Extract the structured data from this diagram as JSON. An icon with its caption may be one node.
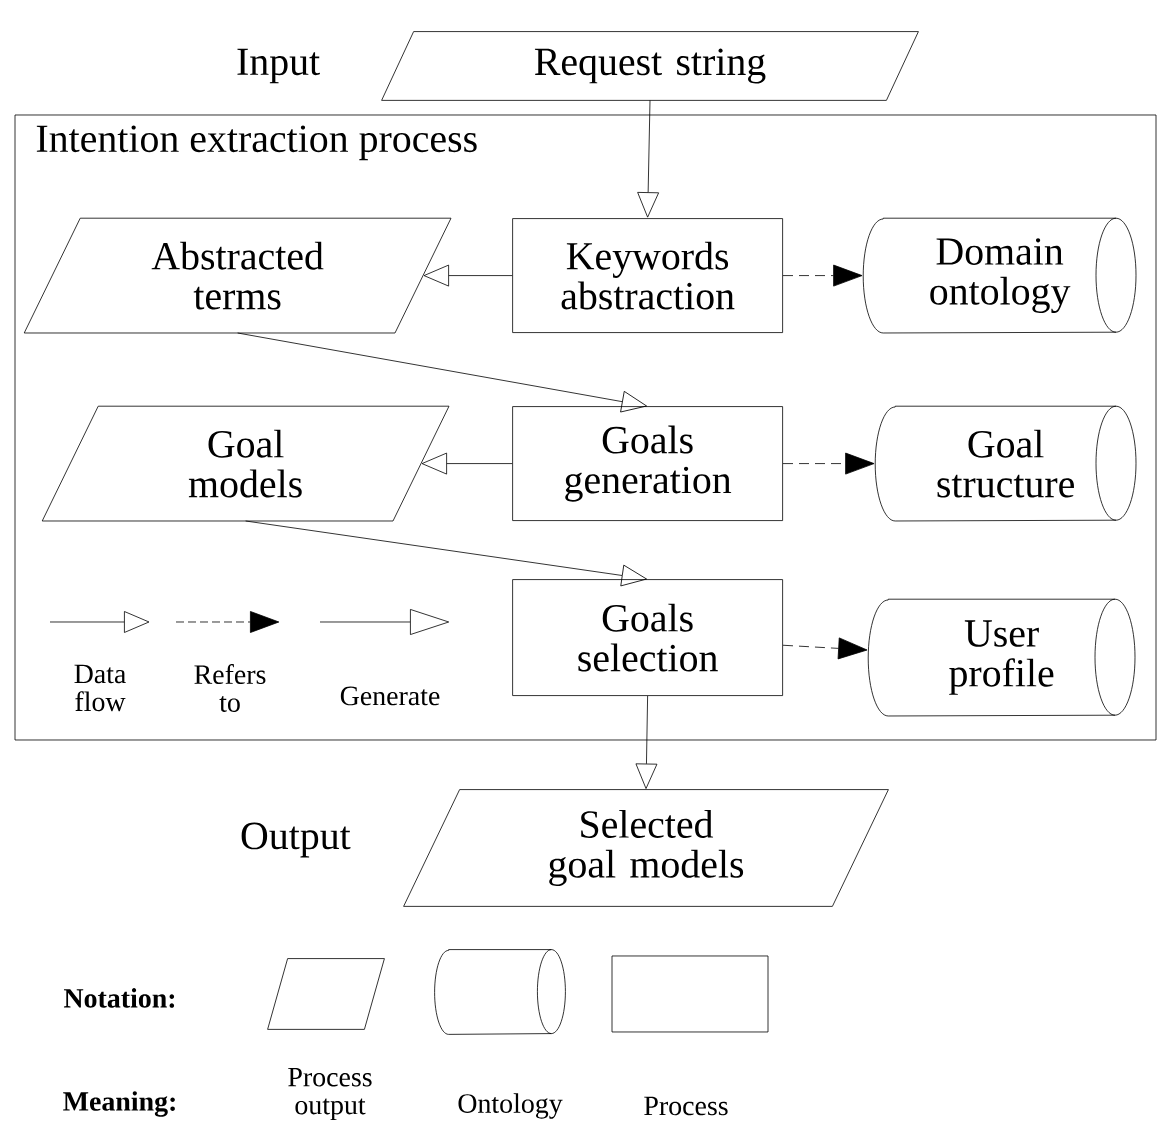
{
  "diagram": {
    "nodes": [
      {
        "text": [
          "Request string"
        ],
        "beside": [
          "Input"
        ]
      },
      {
        "text": [
          "Intention extraction process"
        ]
      },
      {
        "text": [
          "Abstracted terms"
        ],
        "in": 1
      },
      {
        "text": [
          "Keywords abstraction"
        ],
        "in": 1
      },
      {
        "text": [
          "Domain ontology"
        ],
        "in": 1
      },
      {
        "text": [
          "Goal models"
        ],
        "in": 1
      },
      {
        "text": [
          "Goals generation"
        ],
        "in": 1
      },
      {
        "text": [
          "Goal structure"
        ],
        "in": 1
      },
      {
        "text": [
          "Goals selection"
        ],
        "in": 1
      },
      {
        "text": [
          "User profile"
        ],
        "in": 1
      },
      {
        "text": [
          "Selected goal models"
        ],
        "beside": [
          "Output"
        ]
      },
      {
        "text": [],
        "shape": "parallelogram",
        "beside": [
          "Process output"
        ]
      },
      {
        "text": [],
        "shape": "cylinder",
        "beside": [
          "Ontology"
        ]
      },
      {
        "text": [],
        "shape": "box",
        "beside": [
          "Process"
        ]
      }
    ],
    "edges": [
      {
        "from": 0,
        "to": 3,
        "arrow": "to"
      },
      {
        "from": 3,
        "to": 2,
        "arrow": "to"
      },
      {
        "from": 3,
        "to": 4,
        "arrow": "to",
        "style": "dashed"
      },
      {
        "from": 2,
        "to": 6,
        "arrow": "to"
      },
      {
        "from": 6,
        "to": 5,
        "arrow": "to"
      },
      {
        "from": 6,
        "to": 7,
        "arrow": "to",
        "style": "dashed"
      },
      {
        "from": 5,
        "to": 8,
        "arrow": "to"
      },
      {
        "from": 8,
        "to": 9,
        "arrow": "to",
        "style": "dashed"
      },
      {
        "from": 8,
        "to": 10,
        "arrow": "to"
      }
    ],
    "labels": [
      "Notation:",
      "Meaning:"
    ],
    "legend": [
      {
        "text": "Data flow"
      },
      {
        "text": "Refers to"
      },
      {
        "text": "Generate"
      }
    ]
  }
}
